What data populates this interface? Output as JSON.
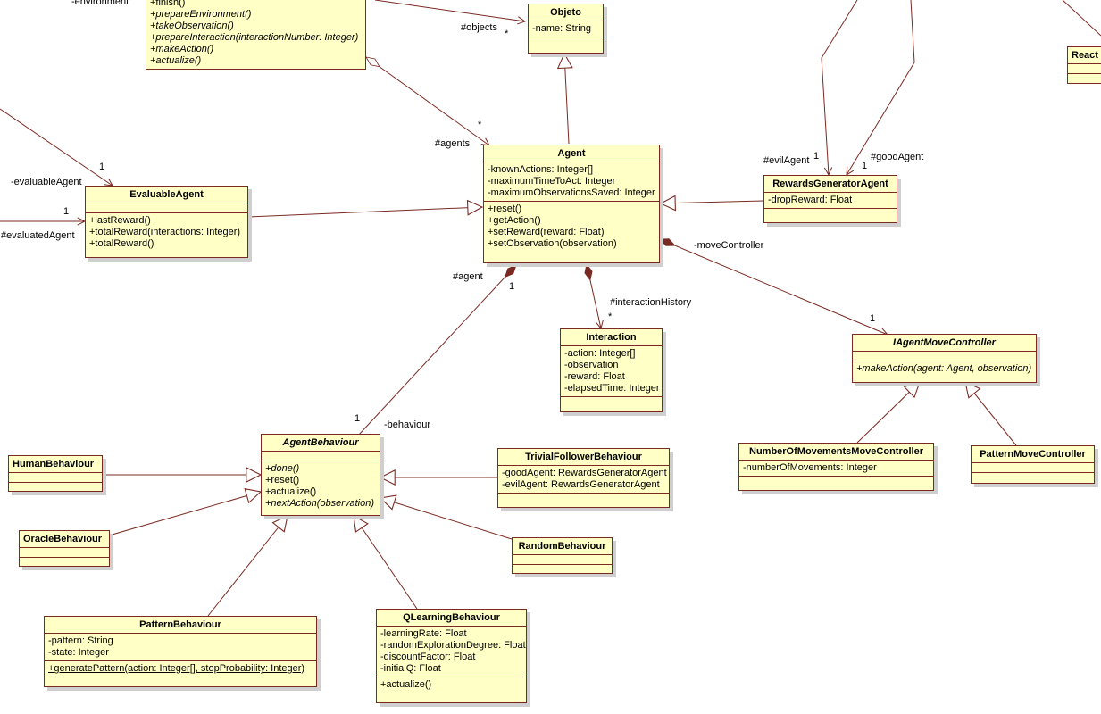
{
  "colors": {
    "box_fill": "#ffffc6",
    "box_border": "#7a2a22",
    "edge": "#7a2a22"
  },
  "classes": {
    "environment": {
      "name": "",
      "attributes": [],
      "operations": [
        {
          "text": "+finish()",
          "abstract": false
        },
        {
          "text": "+prepareEnvironment()",
          "abstract": true
        },
        {
          "text": "+takeObservation()",
          "abstract": true
        },
        {
          "text": "+prepareInteraction(interactionNumber: Integer)",
          "abstract": true
        },
        {
          "text": "+makeAction()",
          "abstract": true
        },
        {
          "text": "+actualize()",
          "abstract": true
        }
      ]
    },
    "objeto": {
      "name": "Objeto",
      "attributes": [
        "-name: String"
      ],
      "operations": []
    },
    "agent": {
      "name": "Agent",
      "attributes": [
        "-knownActions: Integer[]",
        "-maximumTimeToAct: Integer",
        "-maximumObservationsSaved: Integer"
      ],
      "operations": [
        {
          "text": "+reset()",
          "abstract": false
        },
        {
          "text": "+getAction()",
          "abstract": false
        },
        {
          "text": "+setReward(reward: Float)",
          "abstract": false
        },
        {
          "text": "+setObservation(observation)",
          "abstract": false
        }
      ]
    },
    "evaluable_agent": {
      "name": "EvaluableAgent",
      "attributes": [],
      "operations": [
        {
          "text": "+lastReward()",
          "abstract": false
        },
        {
          "text": "+totalReward(interactions: Integer)",
          "abstract": false
        },
        {
          "text": "+totalReward()",
          "abstract": false
        }
      ]
    },
    "rewards_generator_agent": {
      "name": "RewardsGeneratorAgent",
      "attributes": [
        "-dropReward: Float"
      ],
      "operations": []
    },
    "react": {
      "name": "React",
      "attributes": [],
      "operations": []
    },
    "interaction": {
      "name": "Interaction",
      "attributes": [
        "-action: Integer[]",
        "-observation",
        "-reward: Float",
        "-elapsedTime: Integer"
      ],
      "operations": []
    },
    "iagent_move_controller": {
      "name": "IAgentMoveController",
      "abstract": true,
      "attributes": [],
      "operations": [
        {
          "text": "+makeAction(agent: Agent, observation)",
          "abstract": true
        }
      ]
    },
    "number_of_movements_move_controller": {
      "name": "NumberOfMovementsMoveController",
      "attributes": [
        "-numberOfMovements: Integer"
      ],
      "operations": []
    },
    "pattern_move_controller": {
      "name": "PatternMoveController",
      "attributes": [],
      "operations": []
    },
    "agent_behaviour": {
      "name": "AgentBehaviour",
      "abstract": true,
      "attributes": [],
      "operations": [
        {
          "text": "+done()",
          "abstract": true
        },
        {
          "text": "+reset()",
          "abstract": false
        },
        {
          "text": "+actualize()",
          "abstract": false
        },
        {
          "text": "+nextAction(observation)",
          "abstract": true
        }
      ]
    },
    "human_behaviour": {
      "name": "HumanBehaviour",
      "attributes": [],
      "operations": []
    },
    "oracle_behaviour": {
      "name": "OracleBehaviour",
      "attributes": [],
      "operations": []
    },
    "trivial_follower_behaviour": {
      "name": "TrivialFollowerBehaviour",
      "attributes": [
        "-goodAgent: RewardsGeneratorAgent",
        "-evilAgent: RewardsGeneratorAgent"
      ],
      "operations": []
    },
    "random_behaviour": {
      "name": "RandomBehaviour",
      "attributes": [],
      "operations": []
    },
    "pattern_behaviour": {
      "name": "PatternBehaviour",
      "attributes": [
        "-pattern: String",
        "-state: Integer"
      ],
      "operations": [
        {
          "text": "+generatePattern(action: Integer[], stopProbability: Integer)",
          "abstract": false,
          "static": true
        }
      ]
    },
    "qlearning_behaviour": {
      "name": "QLearningBehaviour",
      "attributes": [
        "-learningRate: Float",
        "-randomExplorationDegree: Float",
        "-discountFactor: Float",
        "-initialQ: Float"
      ],
      "operations": [
        {
          "text": "+actualize()",
          "abstract": false
        }
      ]
    }
  },
  "labels": {
    "environment_role": "-environment",
    "objects_role": "#objects",
    "objects_mult": "*",
    "agents_role": "#agents",
    "agents_mult": "*",
    "evaluable_agent_role": "-evaluableAgent",
    "evaluable_agent_mult": "1",
    "evaluated_agent_role": "#evaluatedAgent",
    "evaluated_agent_mult": "1",
    "evil_agent_role": "#evilAgent",
    "evil_agent_mult": "1",
    "good_agent_role": "#goodAgent",
    "good_agent_mult": "1",
    "move_controller_role": "-moveController",
    "move_controller_mult": "1",
    "agent_role": "#agent",
    "agent_mult": "1",
    "interaction_history_role": "#interactionHistory",
    "interaction_history_mult": "*",
    "behaviour_role": "-behaviour",
    "behaviour_mult": "1"
  }
}
